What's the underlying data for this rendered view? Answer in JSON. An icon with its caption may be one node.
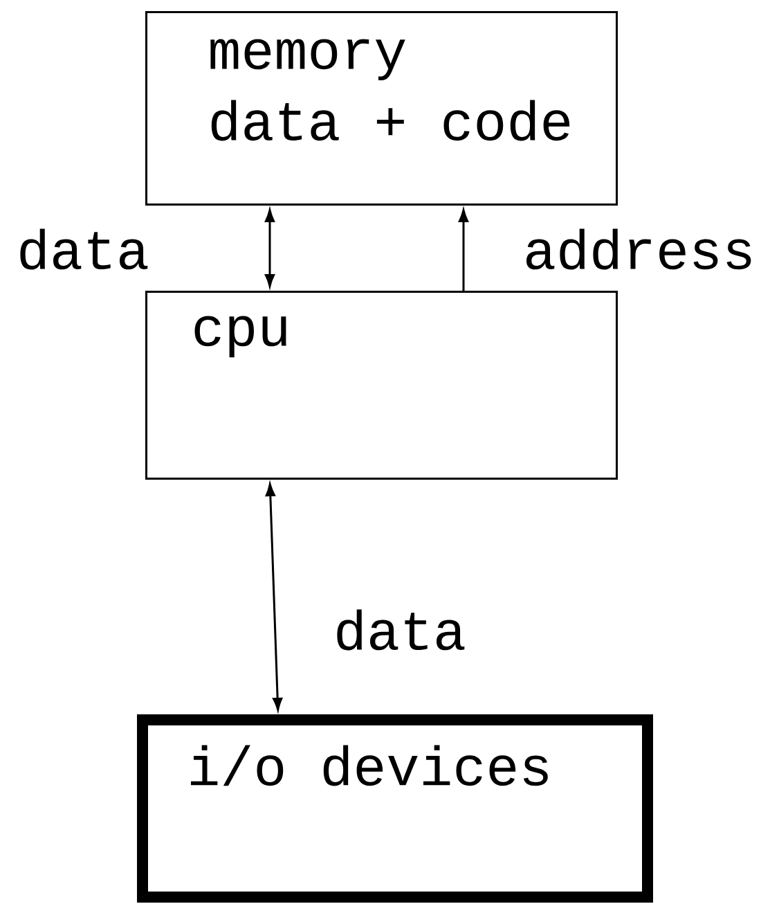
{
  "diagram": {
    "nodes": [
      {
        "text": [
          "memory",
          "data + code"
        ]
      },
      {
        "text": [
          "cpu"
        ]
      },
      {
        "text": [
          "i/o devices"
        ]
      }
    ],
    "edges": [
      {
        "from": 0,
        "to": 1,
        "arrow": "both",
        "label": "data"
      },
      {
        "from": 1,
        "to": 0,
        "arrow": "to",
        "label": "address"
      },
      {
        "from": 1,
        "to": 2,
        "arrow": "both",
        "label": "data"
      }
    ]
  }
}
